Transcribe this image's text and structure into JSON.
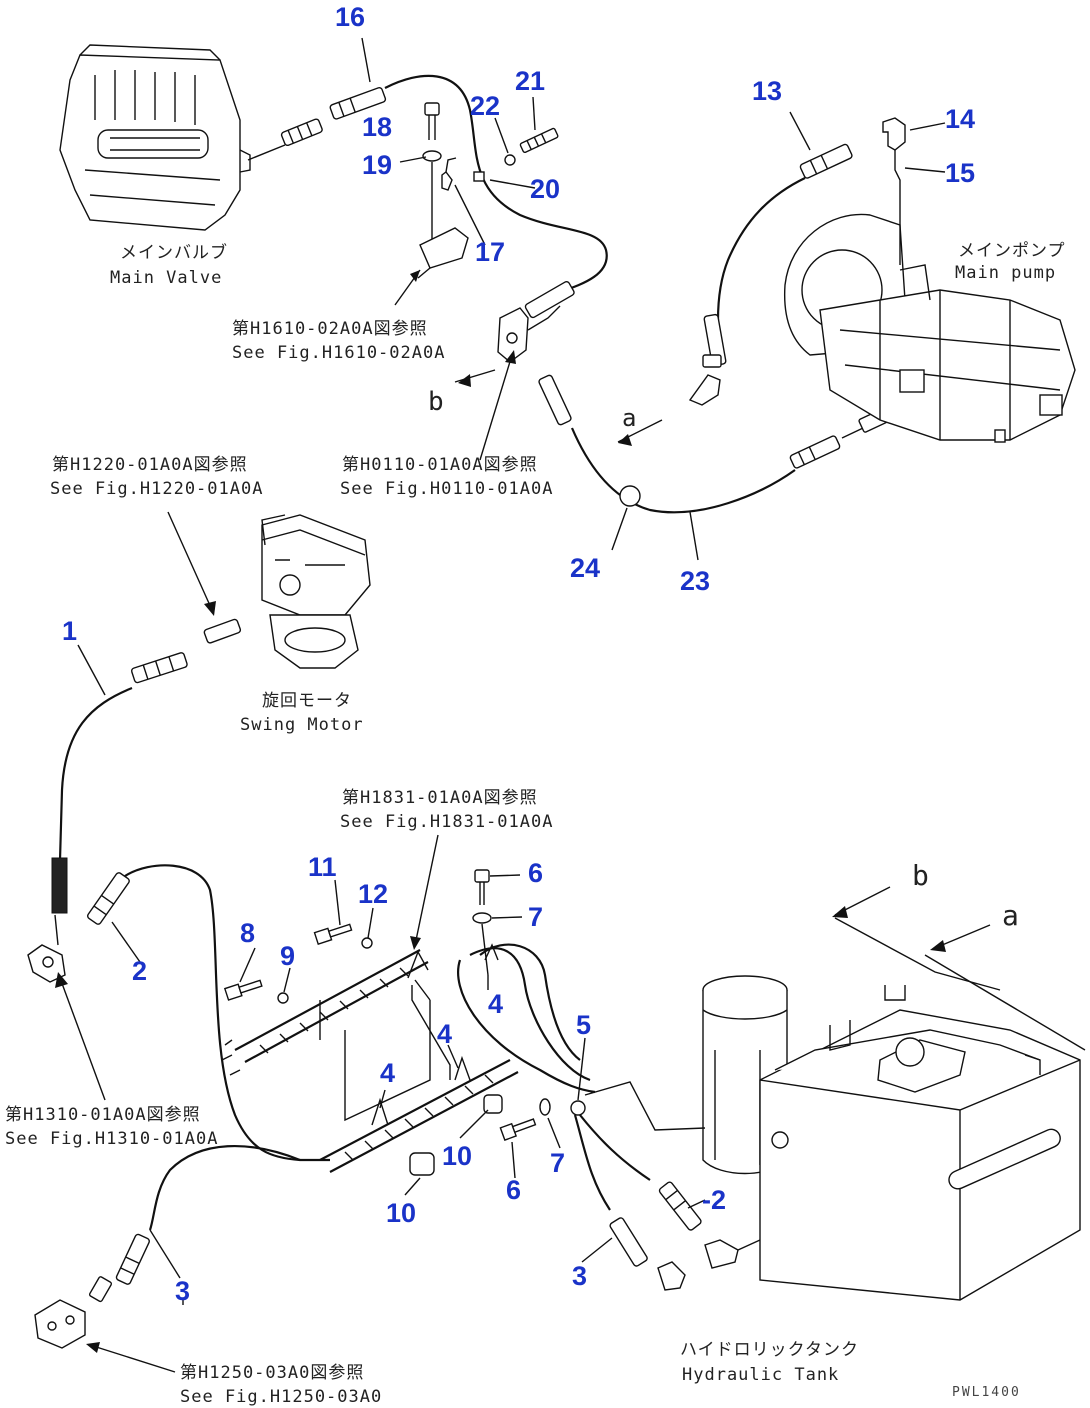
{
  "callouts": {
    "n1": "1",
    "n2a": "2",
    "n2b": "-2",
    "n3a": "3",
    "n3b": "3",
    "n4a": "4",
    "n4b": "4",
    "n4c": "4",
    "n5": "5",
    "n6a": "6",
    "n6b": "6",
    "n7a": "7",
    "n7b": "7",
    "n8": "8",
    "n9": "9",
    "n10a": "10",
    "n10b": "10",
    "n11": "11",
    "n12": "12",
    "n13": "13",
    "n14": "14",
    "n15": "15",
    "n16": "16",
    "n17": "17",
    "n18": "18",
    "n19": "19",
    "n20": "20",
    "n21": "21",
    "n22": "22",
    "n23": "23",
    "n24": "24"
  },
  "labels": {
    "main_valve_jp": "メインバルブ",
    "main_valve_en": "Main Valve",
    "main_pump_jp": "メインポンプ",
    "main_pump_en": "Main pump",
    "swing_motor_jp": "旋回モータ",
    "swing_motor_en": "Swing Motor",
    "hydraulic_tank_jp": "ハイドロリックタンク",
    "hydraulic_tank_en": "Hydraulic Tank",
    "ref_h1610_jp": "第H1610-02A0A図参照",
    "ref_h1610_en": "See Fig.H1610-02A0A",
    "ref_h0110_jp": "第H0110-01A0A図参照",
    "ref_h0110_en": "See Fig.H0110-01A0A",
    "ref_h1220_jp": "第H1220-01A0A図参照",
    "ref_h1220_en": "See Fig.H1220-01A0A",
    "ref_h1831_jp": "第H1831-01A0A図参照",
    "ref_h1831_en": "See Fig.H1831-01A0A",
    "ref_h1310_jp": "第H1310-01A0A図参照",
    "ref_h1310_en": "See Fig.H1310-01A0A",
    "ref_h1250_jp": "第H1250-03A0図参照",
    "ref_h1250_en": "See Fig.H1250-03A0",
    "letter_a1": "a",
    "letter_a2": "a",
    "letter_b1": "b",
    "letter_b2": "b",
    "sheet_id": "PWL1400"
  }
}
